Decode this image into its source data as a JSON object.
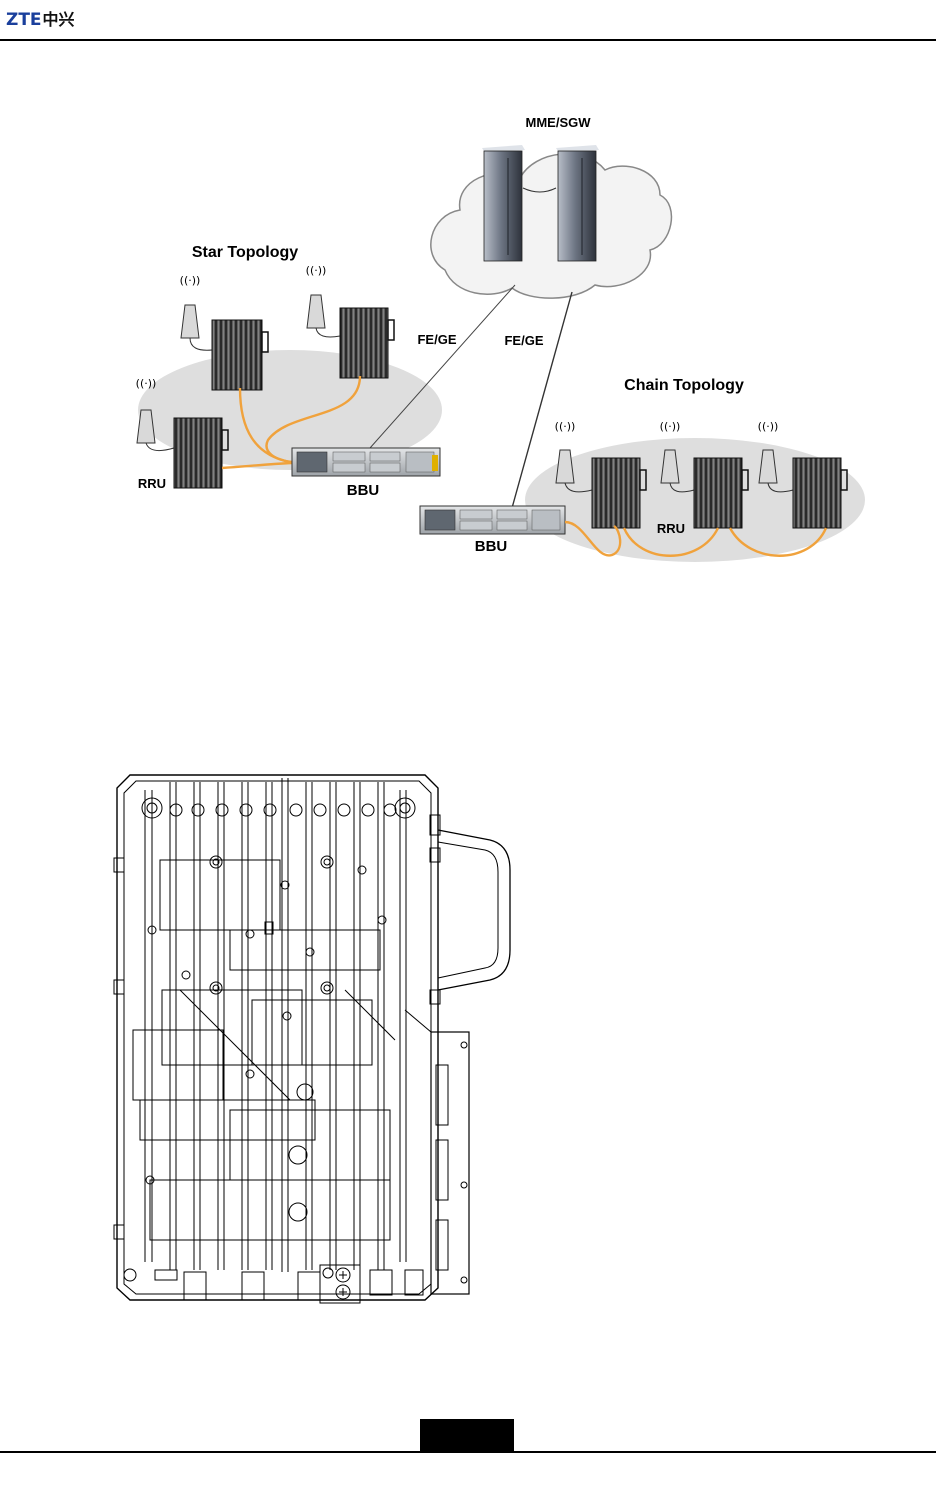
{
  "header": {
    "logo_latin": "ZTE",
    "logo_cn": "中兴"
  },
  "topology_figure": {
    "core_label": "MME/SGW",
    "star_title": "Star Topology",
    "chain_title": "Chain Topology",
    "link_label_left": "FE/GE",
    "link_label_right": "FE/GE",
    "star_rru_label": "RRU",
    "star_bbu_label": "BBU",
    "chain_bbu_label": "BBU",
    "chain_rru_label": "RRU"
  },
  "colors": {
    "fiber": "#f0a23c",
    "cloud_fill": "#f2f2f2",
    "ellipse_fill": "#dedede",
    "logo": "#1a3f9c"
  }
}
